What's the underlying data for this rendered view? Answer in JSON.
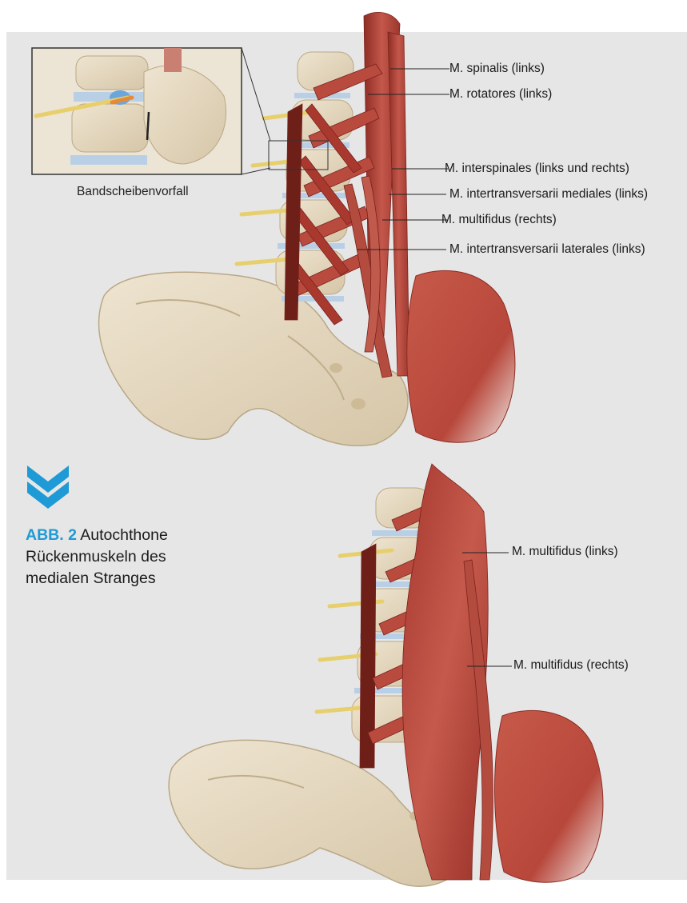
{
  "figure": {
    "number": "ABB. 2",
    "title_line1": "Autochthone",
    "title_line2": "Rückenmuskeln des",
    "title_line3": "medialen Stranges"
  },
  "inset": {
    "caption": "Bandscheibenvorfall"
  },
  "top_labels": [
    "M. spinalis (links)",
    "M. rotatores (links)",
    "M. interspinales (links und rechts)",
    "M. intertransversarii mediales (links)",
    "M. multifidus (rechts)",
    "M. intertransversarii laterales (links)"
  ],
  "bottom_labels": [
    "M. multifidus (links)",
    "M. multifidus (rechts)"
  ],
  "colors": {
    "accent": "#1e9ad6",
    "panel": "#e6e6e6",
    "bone": "#e3d6bd",
    "muscle": "#b5453a",
    "nerve": "#e7cf6e",
    "disc": "#b9cfe6"
  },
  "icons": {
    "scroll_indicator": "double-chevron-down-icon"
  }
}
